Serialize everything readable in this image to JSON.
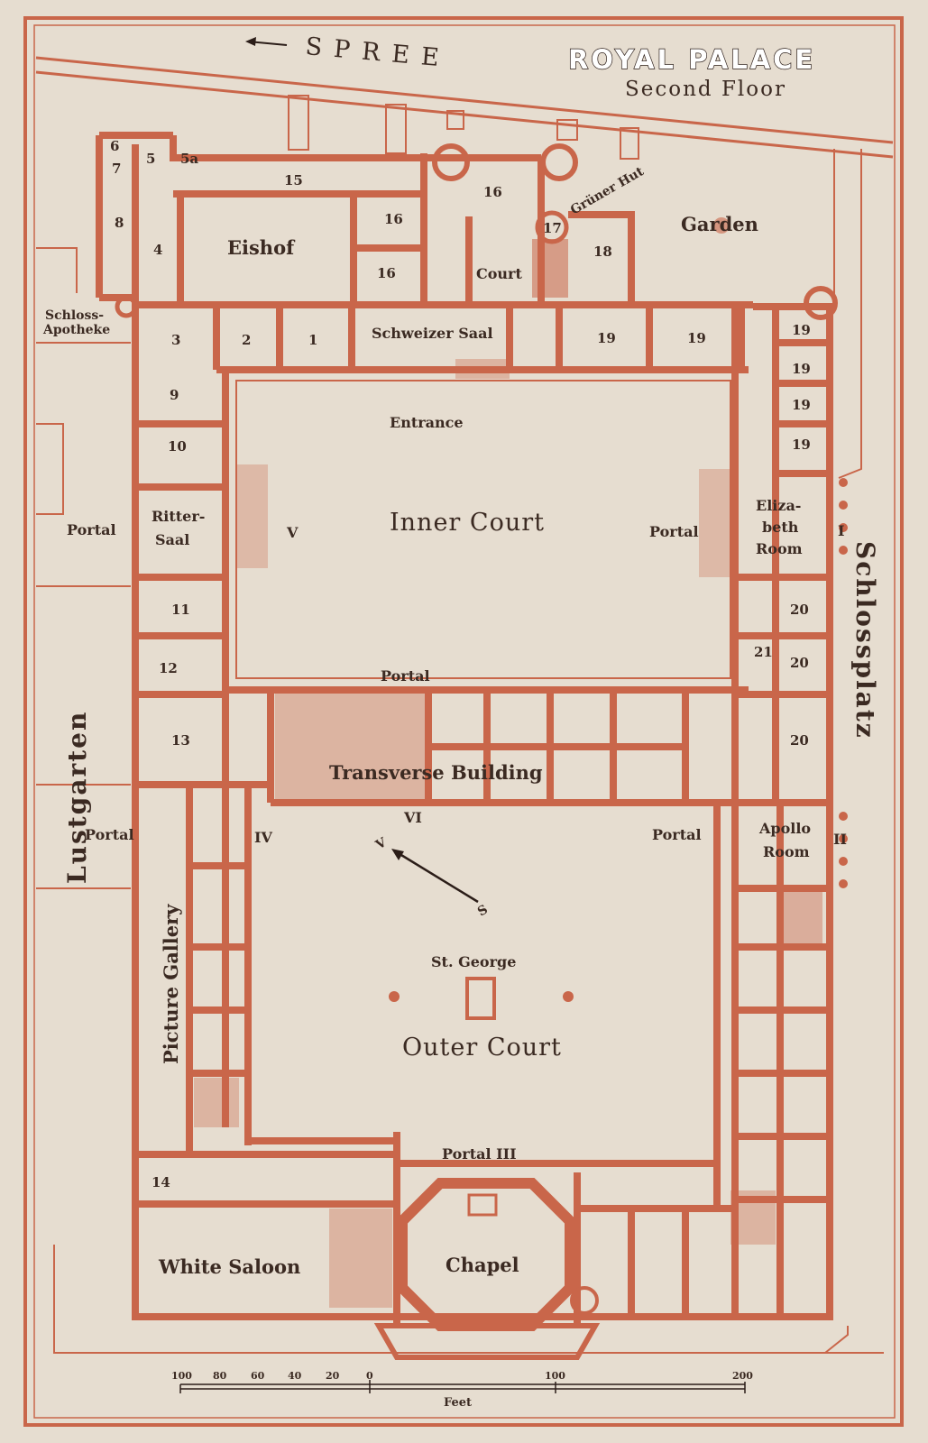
{
  "map": {
    "title": "ROYAL PALACE",
    "subtitle": "Second Floor",
    "river": "SPREE",
    "streets": {
      "left": "Lustgarten",
      "right": "Schlossplatz"
    },
    "areas": {
      "eishof": "Eishof",
      "garden": "Garden",
      "court": "Court",
      "gruner_hut": "Grüner Hut",
      "inner_court": "Inner Court",
      "outer_court": "Outer Court",
      "transverse": "Transverse Building",
      "schweizer_saal": "Schweizer Saal",
      "entrance": "Entrance",
      "schloss_apotheke_1": "Schloss-",
      "schloss_apotheke_2": "Apotheke",
      "ritter_saal_1": "Ritter-",
      "ritter_saal_2": "Saal",
      "eliza_1": "Eliza-",
      "eliza_2": "beth",
      "eliza_3": "Room",
      "apollo_1": "Apollo",
      "apollo_2": "Room",
      "picture_gallery": "Picture Gallery",
      "st_george": "St. George",
      "white_saloon": "White Saloon",
      "chapel": "Chapel",
      "portal": "Portal",
      "portal_iii": "Portal III"
    },
    "roman": {
      "i": "I",
      "ii": "II",
      "iv": "IV",
      "v": "V",
      "vi": "VI"
    },
    "rooms": {
      "r1": "1",
      "r2": "2",
      "r3": "3",
      "r4": "4",
      "r5": "5",
      "r5a": "5a",
      "r6": "6",
      "r7": "7",
      "r8": "8",
      "r9": "9",
      "r10": "10",
      "r11": "11",
      "r12": "12",
      "r13": "13",
      "r14": "14",
      "r15": "15",
      "r16": "16",
      "r17": "17",
      "r18": "18",
      "r19": "19",
      "r20": "20",
      "r21": "21"
    },
    "scale": {
      "ticks": [
        "100",
        "80",
        "60",
        "40",
        "20",
        "0",
        "100",
        "200"
      ],
      "unit": "Feet"
    },
    "north_letter": "S",
    "colors": {
      "paper": "#e6ddd0",
      "ink": "#c9664a",
      "text": "#3b2a22"
    }
  }
}
